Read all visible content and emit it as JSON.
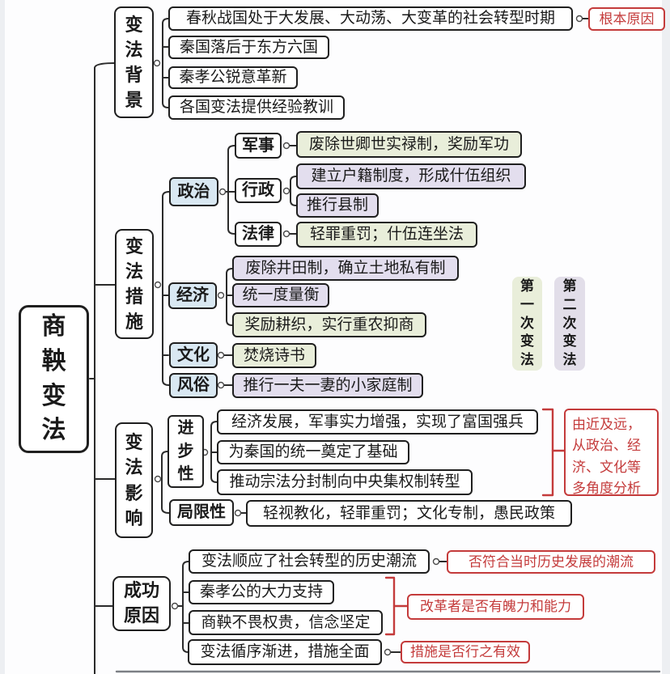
{
  "root_label": "商鞅变法",
  "background": {
    "label": "变法背景",
    "items": [
      "春秋战国处于大发展、大动荡、大变革的社会转型时期",
      "秦国落后于东方六国",
      "秦孝公锐意革新",
      "各国变法提供经验教训"
    ],
    "annotation": "根本原因"
  },
  "measures": {
    "label": "变法措施",
    "politics": {
      "label": "政治"
    },
    "military": {
      "label": "军事",
      "item": "废除世卿世实禄制，奖励军功"
    },
    "administration": {
      "label": "行政",
      "items": [
        "建立户籍制度，形成什伍组织",
        "推行县制"
      ]
    },
    "law": {
      "label": "法律",
      "item": "轻罪重罚；什伍连坐法"
    },
    "economy": {
      "label": "经济",
      "items": [
        "废除井田制，确立土地私有制",
        "统一度量衡",
        "奖励耕织，实行重农抑商"
      ]
    },
    "culture": {
      "label": "文化",
      "item": "焚烧诗书"
    },
    "customs": {
      "label": "风俗",
      "item": "推行一夫一妻的小家庭制"
    },
    "legend_first": "第一次变法",
    "legend_second": "第二次变法"
  },
  "impact": {
    "label": "变法影响",
    "progressive": {
      "label": "进步性",
      "items": [
        "经济发展，军事实力增强，实现了富国强兵",
        "为秦国的统一奠定了基础",
        "推动宗法分封制向中央集权制转型"
      ]
    },
    "limitation": {
      "label": "局限性",
      "item": "轻视教化，轻罪重罚；文化专制，愚民政策"
    },
    "annotation": "由近及远，从政治、经济、文化等多角度分析"
  },
  "success": {
    "label": "成功原因",
    "items": [
      "变法顺应了社会转型的历史潮流",
      "秦孝公的大力支持",
      "商鞅不畏权贵，信念坚定",
      "变法循序渐进，措施全面"
    ],
    "annotations": [
      "否符合当时历史发展的潮流",
      "改革者是否有魄力和能力",
      "措施是否行之有效"
    ]
  },
  "colors": {
    "annotation_red": "#c43b3b",
    "category_blue": "#d9e8f2",
    "first_reform_green": "#e9eeda",
    "second_reform_purple": "#e3deee",
    "line_black": "#2b2b2b"
  }
}
